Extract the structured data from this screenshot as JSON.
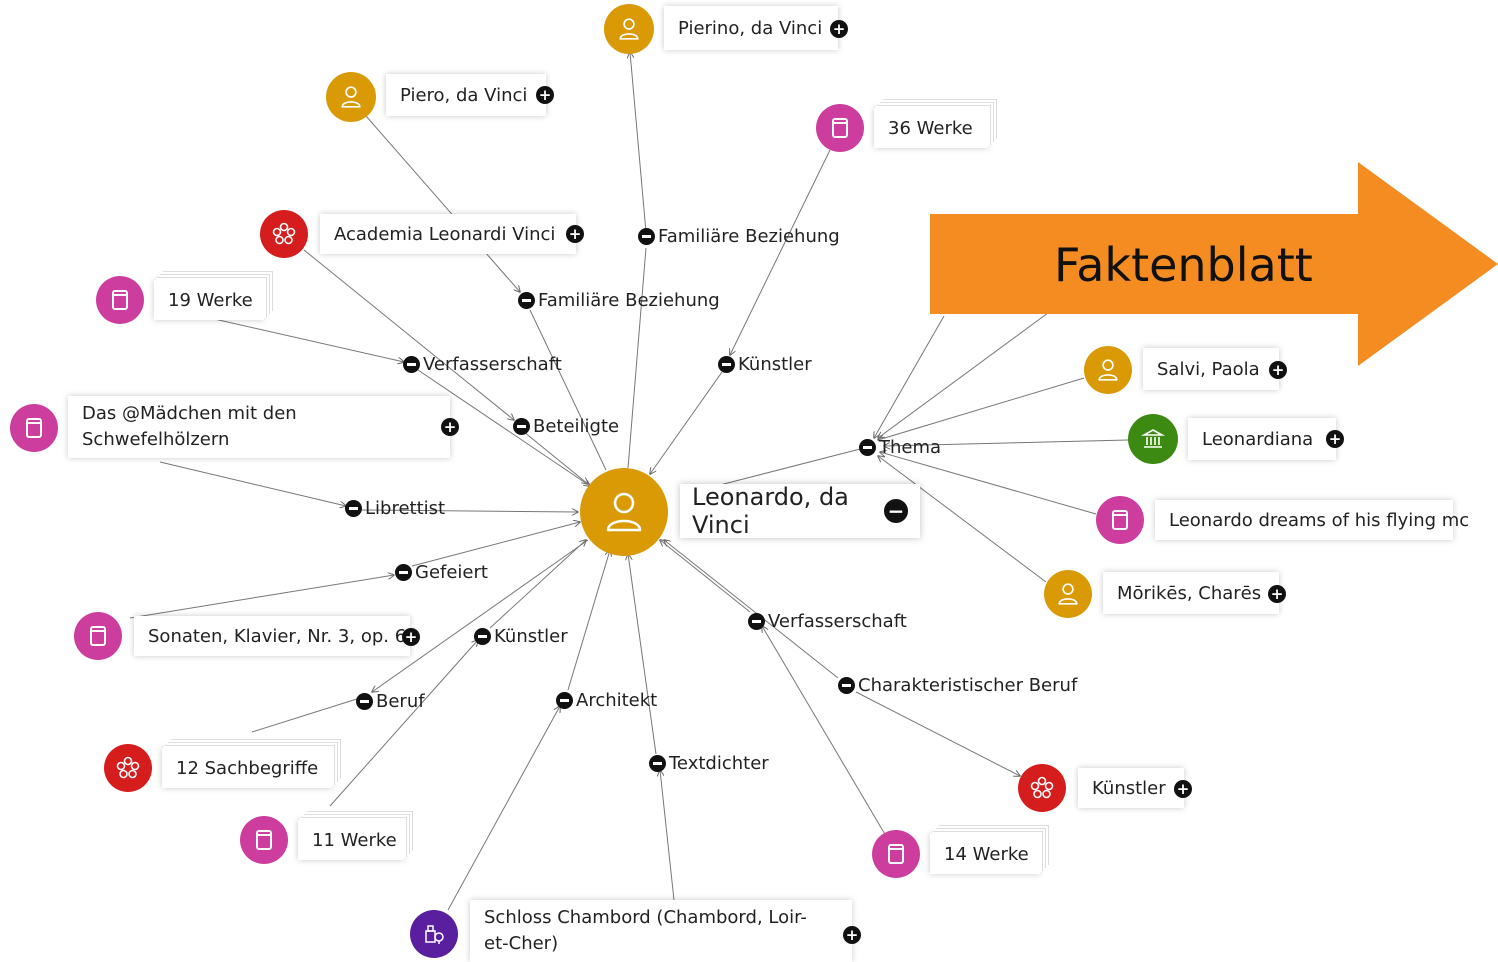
{
  "colors": {
    "person": "#d99a06",
    "work": "#cc3d9e",
    "subject": "#d51d1d",
    "institution": "#3d8a12",
    "place": "#5a1f9e",
    "banner": "#f48c22",
    "edge": "#777777"
  },
  "center": {
    "label": "Leonardo, da Vinci",
    "type": "person",
    "icon": "person-icon"
  },
  "nodes": [
    {
      "id": "pierino",
      "label": "Pierino, da Vinci",
      "type": "person",
      "icon": "person-icon"
    },
    {
      "id": "piero",
      "label": "Piero, da Vinci",
      "type": "person",
      "icon": "person-icon"
    },
    {
      "id": "werke36",
      "label": "36 Werke",
      "type": "work",
      "icon": "book-icon"
    },
    {
      "id": "academia",
      "label": "Academia Leonardi Vinci",
      "type": "subject",
      "icon": "subject-icon"
    },
    {
      "id": "werke19",
      "label": "19 Werke",
      "type": "work",
      "icon": "book-icon"
    },
    {
      "id": "maedchen",
      "label": "Das @Mädchen mit den Schwefelhölzern",
      "type": "work",
      "icon": "book-icon"
    },
    {
      "id": "salvi",
      "label": "Salvi, Paola",
      "type": "person",
      "icon": "person-icon"
    },
    {
      "id": "leonardiana",
      "label": "Leonardiana",
      "type": "institution",
      "icon": "building-icon"
    },
    {
      "id": "dreams",
      "label": "Leonardo dreams of his flying mc",
      "type": "work",
      "icon": "book-icon"
    },
    {
      "id": "morikes",
      "label": "Mōrikēs, Charēs",
      "type": "person",
      "icon": "person-icon"
    },
    {
      "id": "sonaten",
      "label": "Sonaten, Klavier, Nr. 3, op. 6",
      "type": "work",
      "icon": "book-icon"
    },
    {
      "id": "sach12",
      "label": "12 Sachbegriffe",
      "type": "subject",
      "icon": "subject-icon"
    },
    {
      "id": "werke11",
      "label": "11 Werke",
      "type": "work",
      "icon": "book-icon"
    },
    {
      "id": "kuenstler",
      "label": "Künstler",
      "type": "subject",
      "icon": "subject-icon"
    },
    {
      "id": "werke14",
      "label": "14 Werke",
      "type": "work",
      "icon": "book-icon"
    },
    {
      "id": "chambord",
      "label": "Schloss Chambord (Chambord, Loir-et-Cher)",
      "type": "place",
      "icon": "place-icon"
    }
  ],
  "relations": {
    "familiaer1": "Familiäre Beziehung",
    "familiaer2": "Familiäre Beziehung",
    "kuenstler_top": "Künstler",
    "verfasserschaft_left": "Verfasserschaft",
    "beteiligte": "Beteiligte",
    "thema": "Thema",
    "librettist": "Librettist",
    "gefeiert": "Gefeiert",
    "kuenstler_left": "Künstler",
    "beruf": "Beruf",
    "architekt": "Architekt",
    "textdichter": "Textdichter",
    "verfasserschaft_right": "Verfasserschaft",
    "charakteristisch": "Charakteristischer Beruf"
  },
  "banner": {
    "label": "Faktenblatt"
  }
}
